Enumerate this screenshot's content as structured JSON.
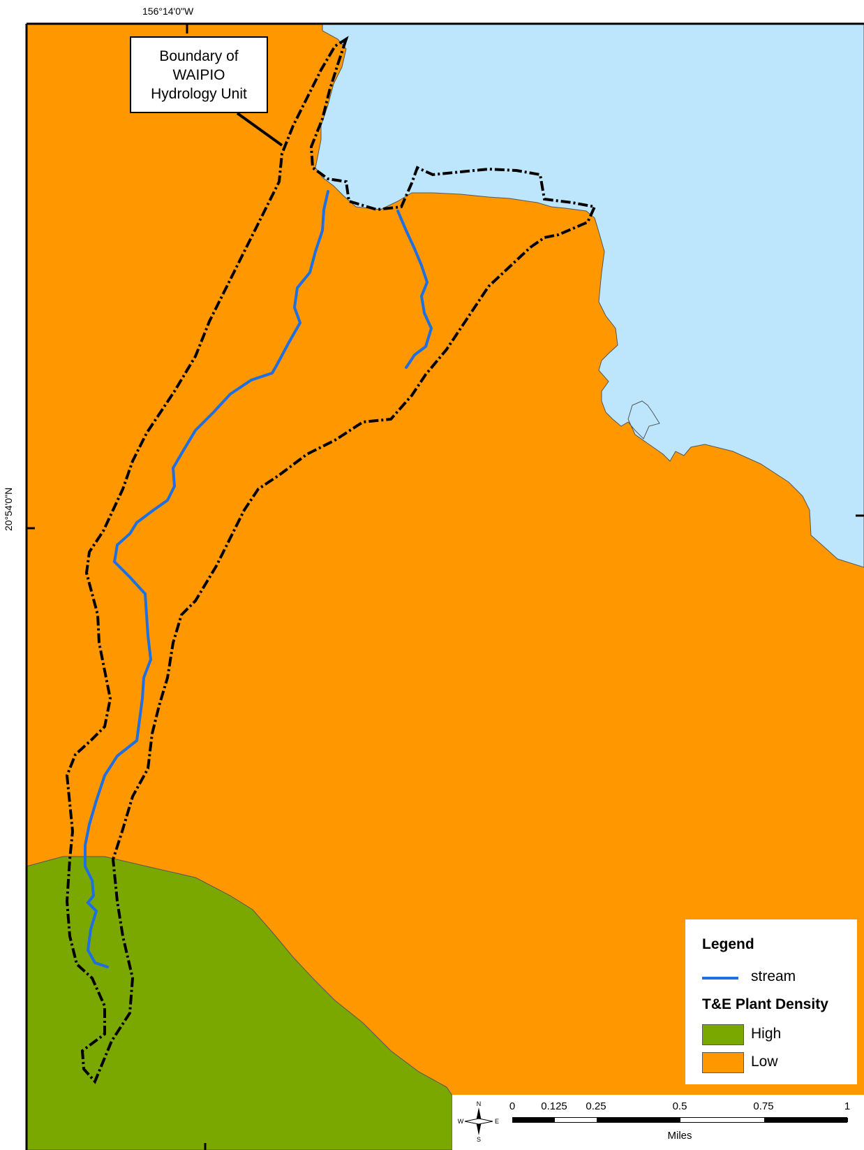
{
  "map": {
    "longitude_label": "156°14'0\"W",
    "latitude_label": "20°54'0\"N",
    "callout": [
      "Boundary of",
      "WAIPIO",
      "Hydrology Unit"
    ],
    "colors": {
      "ocean": "#bde6fd",
      "low": "#ff9800",
      "high": "#7aa800",
      "stream": "#1f6fe0",
      "boundary": "#000000"
    }
  },
  "legend": {
    "title": "Legend",
    "stream_label": "stream",
    "density_heading": "T&E Plant Density",
    "classes": [
      {
        "label": "High",
        "color": "#7aa800"
      },
      {
        "label": "Low",
        "color": "#ff9800"
      }
    ]
  },
  "scale_bar": {
    "ticks": [
      "0",
      "0.125",
      "0.25",
      "0.5",
      "0.75",
      "1"
    ],
    "unit": "Miles",
    "compass": {
      "n": "N",
      "s": "S",
      "e": "E",
      "w": "W"
    }
  }
}
